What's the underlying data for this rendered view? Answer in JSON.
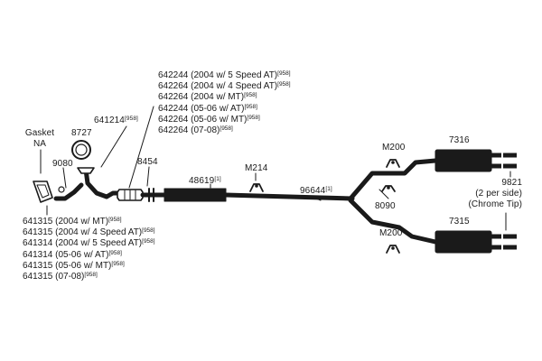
{
  "colors": {
    "line": "#1a1a1a",
    "background": "#ffffff"
  },
  "labels": {
    "gasket_line1": "Gasket",
    "gasket_line2": "NA",
    "p8727": "8727",
    "p641214": "641214",
    "p641214_note": "[958]",
    "p9080": "9080",
    "p8454": "8454",
    "p48619": "48619",
    "p48619_note": "[1]",
    "m214": "M214",
    "p96644": "96644",
    "p96644_note": "[1]",
    "m200_top": "M200",
    "m200_bottom": "M200",
    "p8090": "8090",
    "p7316": "7316",
    "p7315": "7315",
    "p9821_line1": "9821",
    "p9821_line2": "(2 per side)",
    "p9821_line3": "(Chrome Tip)"
  },
  "top_list": [
    {
      "text": "642244 (2004 w/ 5 Speed AT)",
      "note": "[958]"
    },
    {
      "text": "642264 (2004 w/ 4 Speed  AT)",
      "note": "[958]"
    },
    {
      "text": "642264 (2004 w/ MT)",
      "note": "[958]"
    },
    {
      "text": "642244 (05-06 w/ AT)",
      "note": "[958]"
    },
    {
      "text": "642264 (05-06 w/ MT)",
      "note": "[958]"
    },
    {
      "text": "642264 (07-08)",
      "note": "[958]"
    }
  ],
  "bottom_list": [
    {
      "text": "641315 (2004 w/ MT)",
      "note": "[958]"
    },
    {
      "text": "641315 (2004 w/ 4 Speed AT)",
      "note": "[958]"
    },
    {
      "text": "641314 (2004 w/ 5 Speed AT)",
      "note": "[958]"
    },
    {
      "text": "641314 (05-06 w/ AT)",
      "note": "[958]"
    },
    {
      "text": "641315 (05-06 w/ MT)",
      "note": "[958]"
    },
    {
      "text": "641315 (07-08)",
      "note": "[958]"
    }
  ]
}
